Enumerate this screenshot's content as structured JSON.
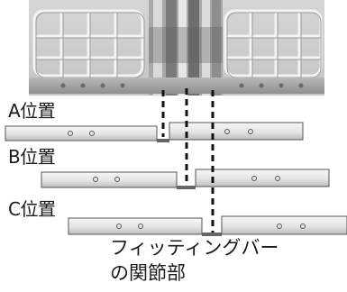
{
  "positions": [
    {
      "label": "A位置"
    },
    {
      "label": "B位置"
    },
    {
      "label": "C位置"
    }
  ],
  "caption_line1": "フィッティングバー",
  "caption_line2": "の関節部"
}
